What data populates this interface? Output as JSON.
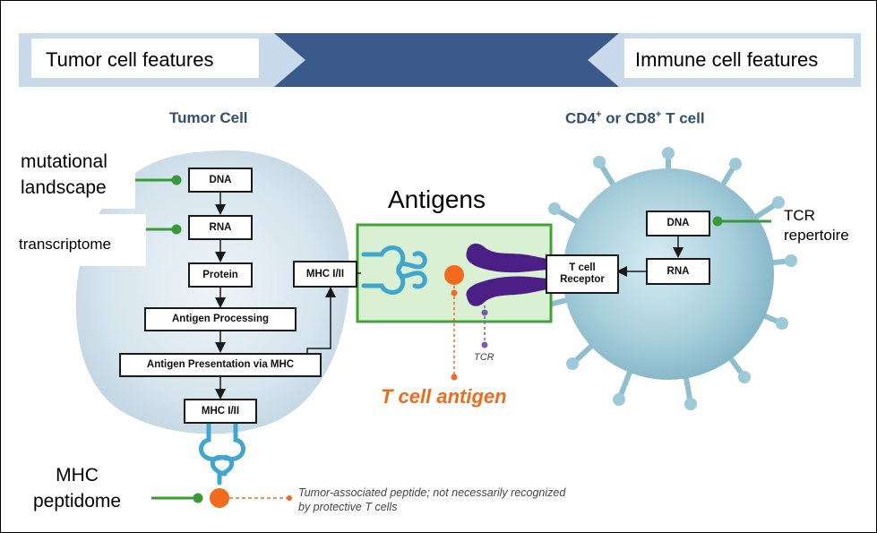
{
  "banner": {
    "left_label": "Tumor cell features",
    "right_label": "Immune cell features"
  },
  "tumor_cell": {
    "title": "Tumor Cell",
    "steps": [
      "DNA",
      "RNA",
      "Protein",
      "Antigen Processing",
      "Antigen Presentation via MHC",
      "MHC I/II"
    ],
    "mhc_side_box": "MHC I/II"
  },
  "t_cell": {
    "title_prefix": "CD4",
    "title_sup1": "+",
    "title_mid": " or CD8",
    "title_sup2": "+",
    "title_suffix": " T cell",
    "dna": "DNA",
    "rna": "RNA",
    "receptor_line1": "T cell",
    "receptor_line2": "Receptor"
  },
  "annotations": {
    "mutational_line1": "mutational",
    "mutational_line2": "landscape",
    "transcriptome": "transcriptome",
    "mhc_line1": "MHC",
    "mhc_line2": "peptidome",
    "tcr_line1": "TCR",
    "tcr_line2": "repertoire"
  },
  "center": {
    "antigens": "Antigens",
    "t_cell_antigen": "T cell antigen",
    "tcr": "TCR",
    "peptide_note": "Tumor-associated peptide; not necessarily recognized by protective T cells"
  },
  "colors": {
    "banner_dark": "#3a5a8c",
    "banner_light": "#c9d9ec",
    "antigen_box_border": "#3fa535",
    "antigen_box_fill": "#d9f0d3",
    "mhc_blue": "#3fa7cf",
    "peptide_orange": "#f26a1b",
    "tcr_purple": "#4b1f86",
    "annotation_green": "#3a9a3a"
  }
}
